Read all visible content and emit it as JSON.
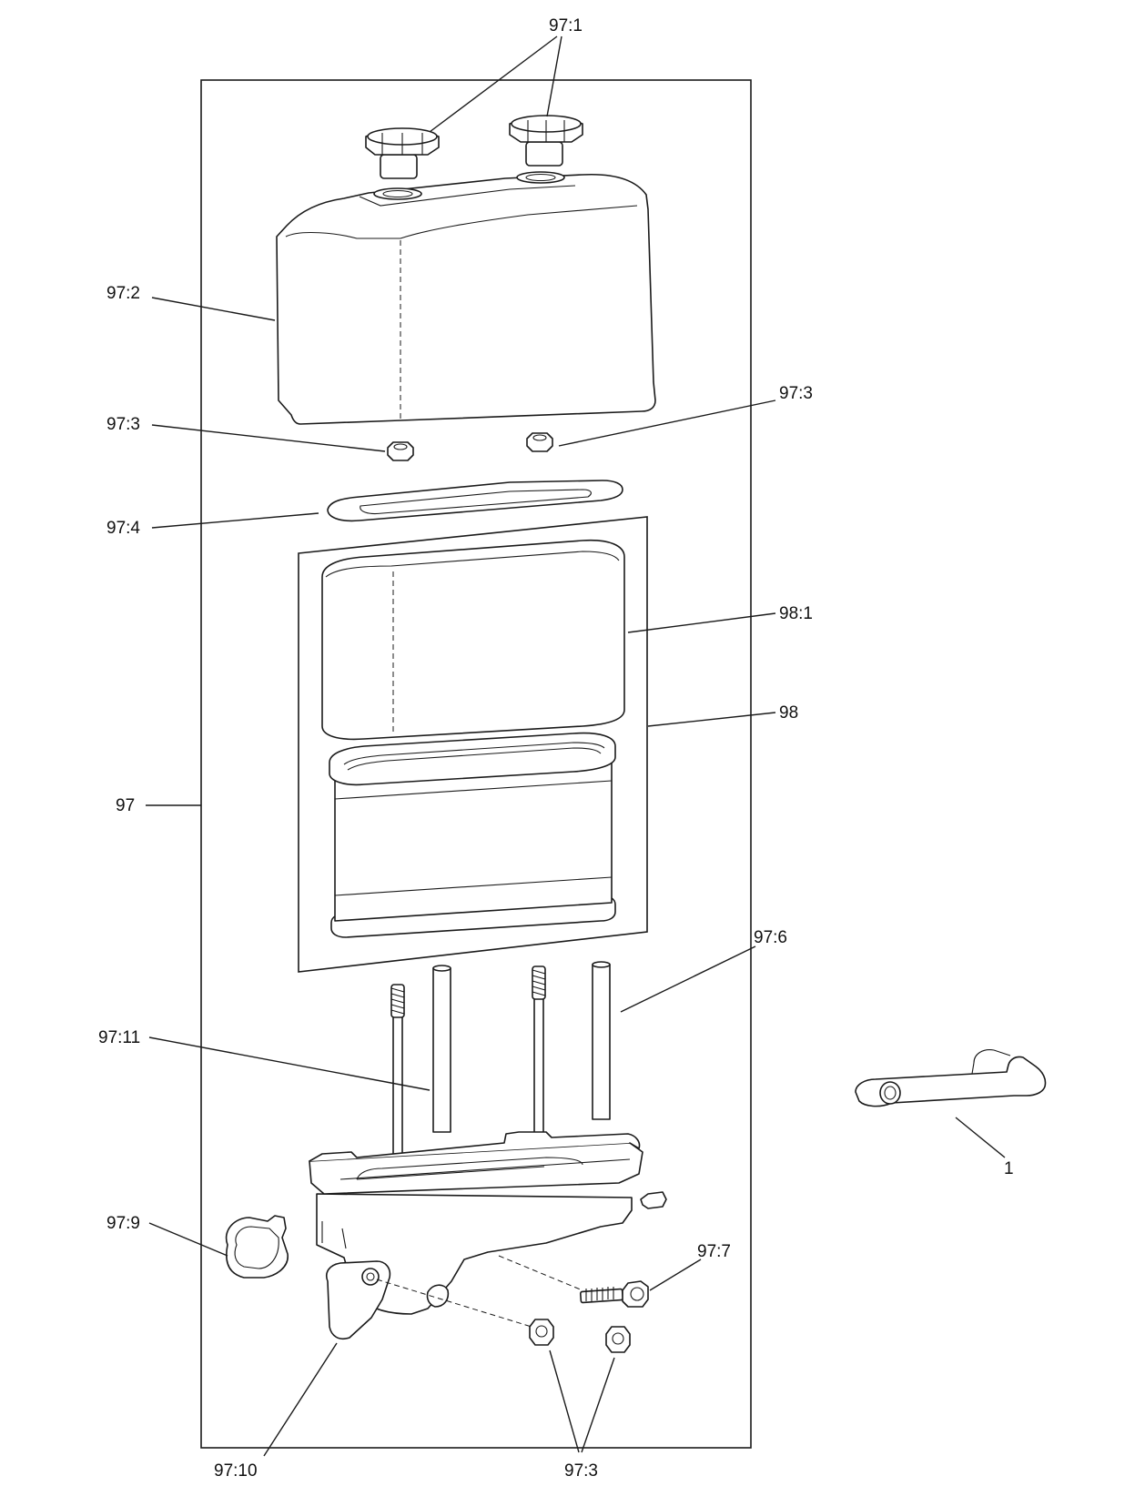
{
  "callouts": {
    "c_97_1": "97:1",
    "c_97_2": "97:2",
    "c_97_3_right": "97:3",
    "c_97_3_left": "97:3",
    "c_97_4": "97:4",
    "c_98_1": "98:1",
    "c_98": "98",
    "c_97": "97",
    "c_97_6": "97:6",
    "c_97_11": "97:11",
    "c_1": "1",
    "c_97_9": "97:9",
    "c_97_7": "97:7",
    "c_97_10": "97:10",
    "c_97_3_bottom": "97:3"
  }
}
